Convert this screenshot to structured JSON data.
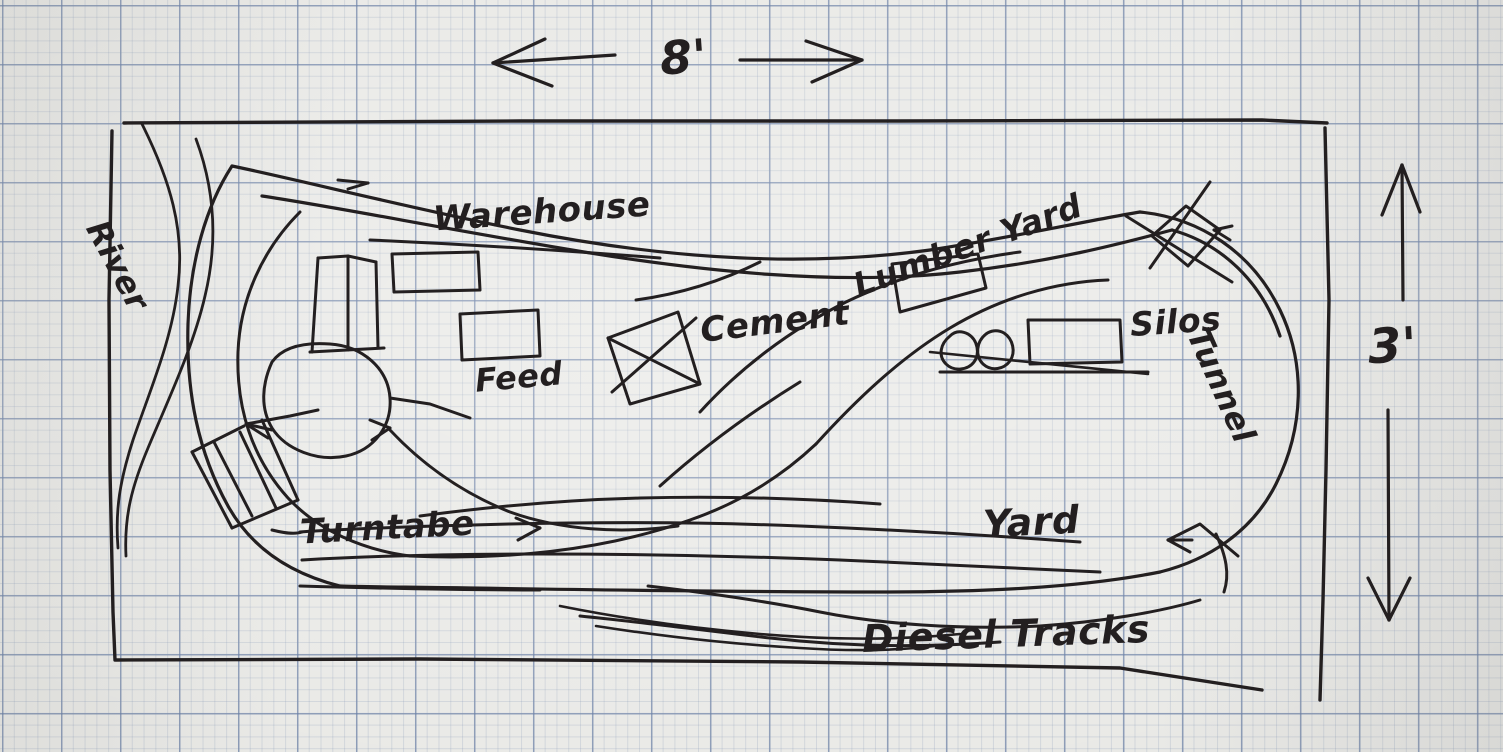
{
  "sketch": {
    "title": "Hand-drawn model railroad track plan on graph paper",
    "medium": "black ballpoint pen on blue-lined graph paper",
    "ink_color": "#231f20",
    "paper_color": "#e9e9e6",
    "grid_color": "#566e9b"
  },
  "dimensions": {
    "width_label": "8'",
    "height_label": "3'",
    "width_arrow": "double-headed-horizontal",
    "height_arrow": "double-headed-vertical"
  },
  "labels": {
    "river": "River",
    "warehouse": "Warehouse",
    "feed": "Feed",
    "cement": "Cement",
    "lumber_yard": "Lumber Yard",
    "silos": "Silos",
    "tunnel": "Tunnel",
    "turntable": "Turntabe",
    "yard": "Yard",
    "diesel_tracks": "Diesel Tracks"
  },
  "features": [
    {
      "name": "river",
      "label": "River",
      "type": "scenic-waterway"
    },
    {
      "name": "warehouse",
      "label": "Warehouse",
      "type": "industry-building"
    },
    {
      "name": "feed",
      "label": "Feed",
      "type": "industry-building"
    },
    {
      "name": "cement",
      "label": "Cement",
      "type": "industry-building"
    },
    {
      "name": "lumber-yard",
      "label": "Lumber Yard",
      "type": "industry-building"
    },
    {
      "name": "silos",
      "label": "Silos",
      "type": "industry-building"
    },
    {
      "name": "tunnel",
      "label": "Tunnel",
      "type": "scenic-tunnel"
    },
    {
      "name": "turntable",
      "label": "Turntabe",
      "type": "turntable-roundhouse"
    },
    {
      "name": "yard",
      "label": "Yard",
      "type": "classification-yard"
    },
    {
      "name": "diesel-tracks",
      "label": "Diesel Tracks",
      "type": "service-tracks"
    }
  ]
}
